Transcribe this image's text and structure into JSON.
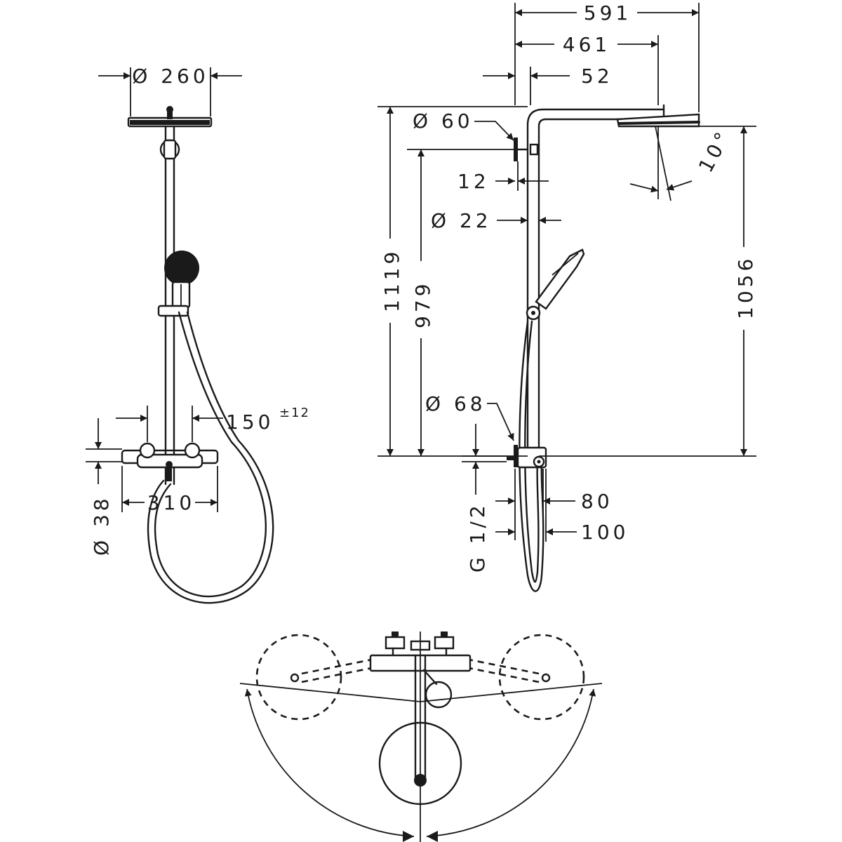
{
  "dimensions": {
    "head_diameter": "Ø 260",
    "overall_projection": "591",
    "arm_length": "461",
    "wall_offset": "52",
    "wall_bracket_diameter": "Ø 60",
    "bracket_depth": "12",
    "riser_diameter": "Ø 22",
    "head_tilt": "10°",
    "total_height": "1119",
    "bracket_height": "979",
    "head_height": "1056",
    "mixer_knob_diameter": "Ø 68",
    "outlet_spacing": "150",
    "outlet_spacing_tolerance": "±12",
    "mixer_height": "Ø 38",
    "mixer_width": "310",
    "connection_thread": "G 1/2",
    "mixer_depth_min": "80",
    "mixer_depth_max": "100"
  }
}
